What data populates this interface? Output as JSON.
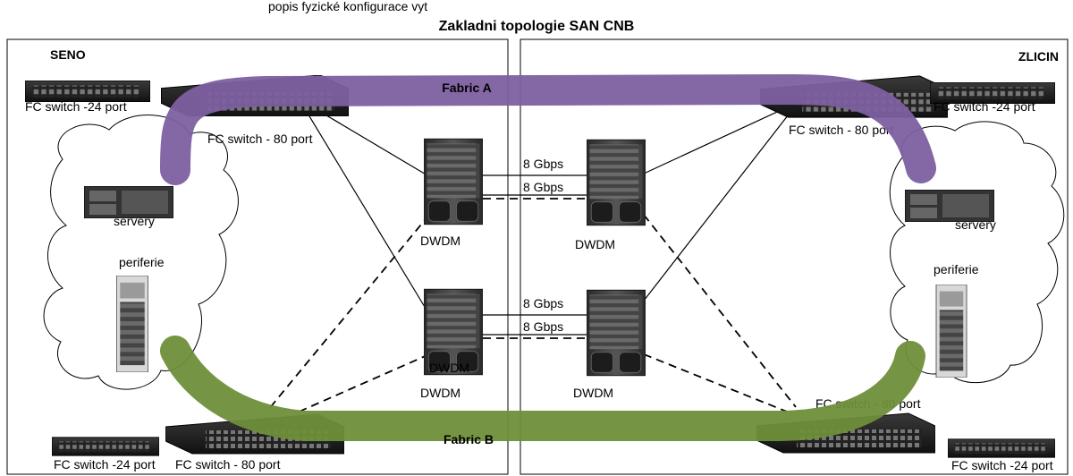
{
  "header": {
    "cut_text": "popis fyzické konfigurace vyt",
    "title": "Zakladni topologie SAN CNB"
  },
  "sites": {
    "left": "SENO",
    "right": "ZLICIN"
  },
  "fabrics": {
    "a": {
      "label": "Fabric A",
      "color": "#7d5fa0"
    },
    "b": {
      "label": "Fabric B",
      "color": "#6f8f3a"
    }
  },
  "labels": {
    "left_fc24_top": "FC switch -24 port",
    "left_fc80_top": "FC switch - 80 port",
    "left_servers": "servery",
    "left_peripherals": "periferie",
    "left_fc24_bottom": "FC switch -24 port",
    "left_fc80_bottom": "FC switch - 80 port",
    "right_fc24_top": "FC switch -24 port",
    "right_fc80_top": "FC switch - 80 port",
    "right_servers": "servery",
    "right_peripherals": "periferie",
    "right_fc80_bottom": "FC switch - 80 port",
    "right_fc24_bottom": "FC switch -24 port",
    "dwdm_left_top": "DWDM",
    "dwdm_right_top": "DWDM",
    "dwdm_left_bottom": "DWDM",
    "dwdm_left_bottom_overlay": "DWDM",
    "dwdm_right_bottom": "DWDM",
    "link_top_1": "8 Gbps",
    "link_top_2": "8 Gbps",
    "link_bottom_1": "8 Gbps",
    "link_bottom_2": "8 Gbps"
  }
}
